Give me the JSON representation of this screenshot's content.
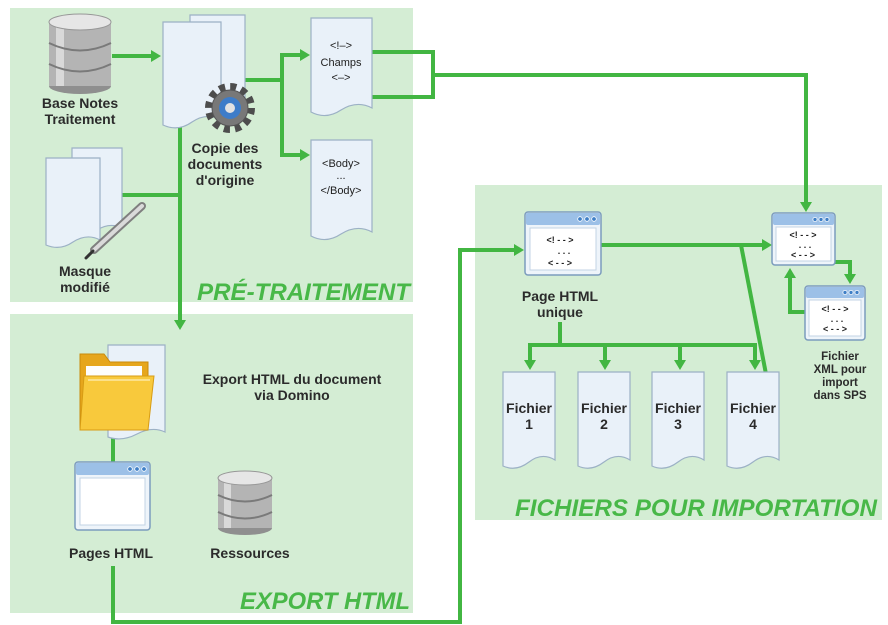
{
  "diagram": {
    "panels": {
      "pretraitement": {
        "title": "PRÉ-TRAITEMENT"
      },
      "export_html": {
        "title": "EXPORT HTML"
      },
      "fichiers": {
        "title": "FICHIERS POUR IMPORTATION"
      }
    },
    "nodes": {
      "base_notes": {
        "icon": "database-icon",
        "label": [
          "Base Notes",
          "Traitement"
        ]
      },
      "copie": {
        "icon": "documents-gear-icon",
        "label": [
          "Copie des",
          "documents",
          "d'origine"
        ]
      },
      "masque": {
        "icon": "documents-pen-icon",
        "label": [
          "Masque",
          "modifié"
        ]
      },
      "champs": {
        "icon": "document-icon",
        "lines": [
          "<!–>",
          "Champs",
          "<–>"
        ]
      },
      "body": {
        "icon": "document-icon",
        "lines": [
          "<Body>",
          "...",
          "</Body>"
        ]
      },
      "export": {
        "icon": "folder-icon",
        "label": [
          "Export HTML du document",
          "via Domino"
        ]
      },
      "pages_html": {
        "icon": "browser-window-icon",
        "label": "Pages HTML"
      },
      "ressources": {
        "icon": "database-icon",
        "label": "Ressources"
      },
      "page_unique": {
        "icon": "browser-window-icon",
        "label": [
          "Page HTML",
          "unique"
        ],
        "lines": [
          "<! - - >",
          ". . .",
          "< - - >"
        ]
      },
      "fichiers": [
        {
          "icon": "document-icon",
          "label": "Fichier",
          "number": "1"
        },
        {
          "icon": "document-icon",
          "label": "Fichier",
          "number": "2"
        },
        {
          "icon": "document-icon",
          "label": "Fichier",
          "number": "3"
        },
        {
          "icon": "document-icon",
          "label": "Fichier",
          "number": "4"
        }
      ],
      "xml": {
        "icon": "browser-window-icon",
        "label": [
          "Fichier",
          "XML pour",
          "import",
          "dans SPS"
        ],
        "lines": [
          "<! - - >",
          ". . .",
          "< - - >"
        ]
      }
    }
  },
  "colors": {
    "panel": "#d4edd4",
    "connector": "#42b642",
    "title": "#48b848",
    "label": "#2b2b2b"
  }
}
